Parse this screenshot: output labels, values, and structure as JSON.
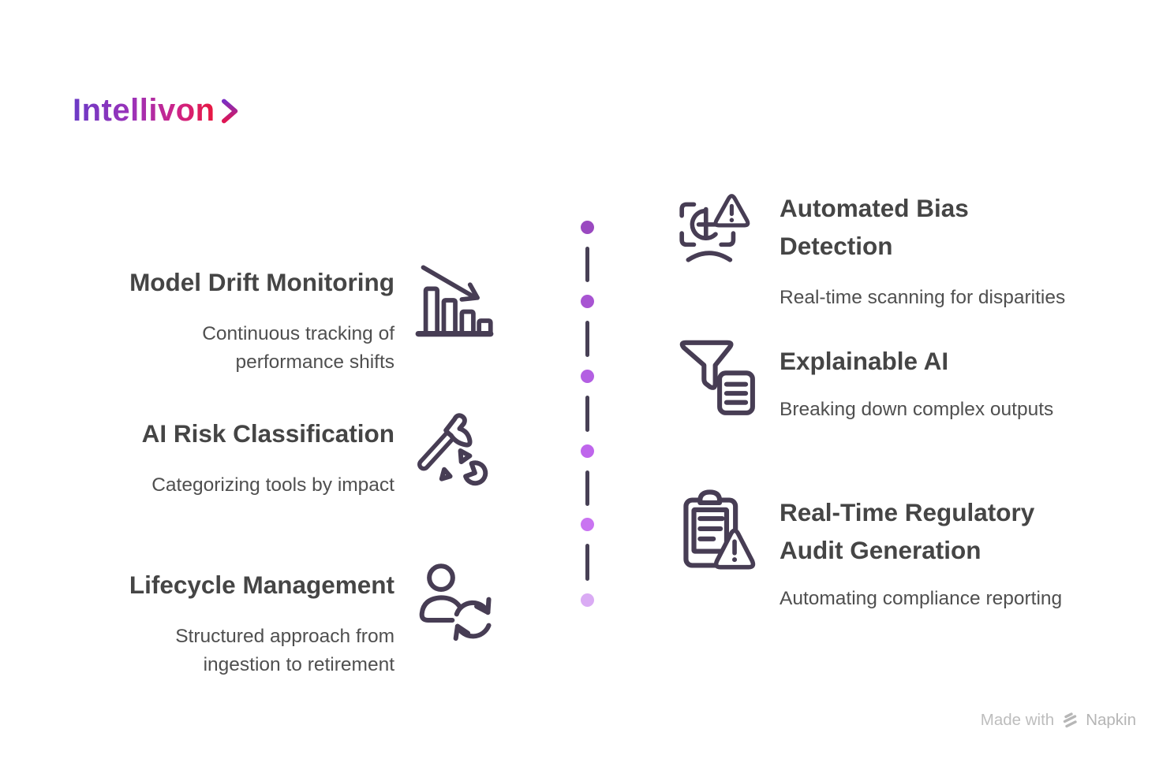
{
  "logo": {
    "text": "Intellivon",
    "chevron_icon": "chevron-right-icon",
    "gradient": [
      "#6b3ac6",
      "#9c32b8",
      "#e9173c"
    ]
  },
  "left_items": [
    {
      "title": "Model Drift Monitoring",
      "subtitle_lines": [
        "Continuous tracking of",
        "performance shifts"
      ],
      "icon": "declining-bar-chart-icon"
    },
    {
      "title": "AI Risk Classification",
      "subtitle_lines": [
        "Categorizing tools by impact"
      ],
      "icon": "axe-chopping-icon"
    },
    {
      "title": "Lifecycle Management",
      "subtitle_lines": [
        "Structured approach from",
        "ingestion to retirement"
      ],
      "icon": "person-refresh-cycle-icon"
    }
  ],
  "right_items": [
    {
      "title_lines": [
        "Automated Bias",
        "Detection"
      ],
      "subtitle": "Real-time scanning for disparities",
      "icon": "face-scan-warning-icon"
    },
    {
      "title_lines": [
        "Explainable AI"
      ],
      "subtitle": "Breaking down complex outputs",
      "icon": "funnel-document-icon"
    },
    {
      "title_lines": [
        "Real-Time Regulatory",
        "Audit Generation"
      ],
      "subtitle": "Automating compliance reporting",
      "icon": "clipboard-warning-icon"
    }
  ],
  "timeline": {
    "dot_colors": [
      "#9a49c0",
      "#a854d2",
      "#b35fe2",
      "#bf66ec",
      "#c974f1",
      "#daabf4"
    ],
    "connector_color": "#474055"
  },
  "footer": {
    "made_with": "Made with",
    "brand": "Napkin"
  },
  "colors": {
    "background": "#ffffff",
    "title_text": "#454545",
    "subtitle_text": "#4f4f4f",
    "icon_stroke": "#473d54",
    "footer_text": "#bdbdbd"
  }
}
